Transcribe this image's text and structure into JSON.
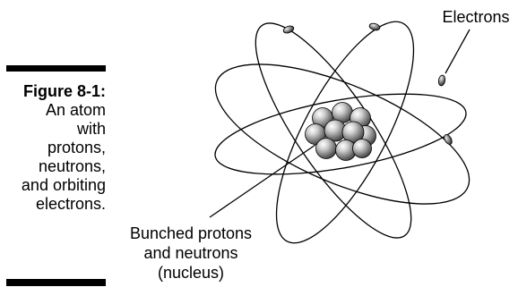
{
  "caption": {
    "number": "Figure 8-1:",
    "lines": [
      "An atom",
      "with",
      "protons,",
      "neutrons,",
      "and orbiting",
      "electrons."
    ]
  },
  "labels": {
    "electrons": "Electrons",
    "nucleus": [
      "Bunched protons",
      "and neutrons",
      "(nucleus)"
    ]
  },
  "colors": {
    "ink": "#000000",
    "nucleon_fill": "#9a9a9a",
    "background": "#ffffff"
  }
}
